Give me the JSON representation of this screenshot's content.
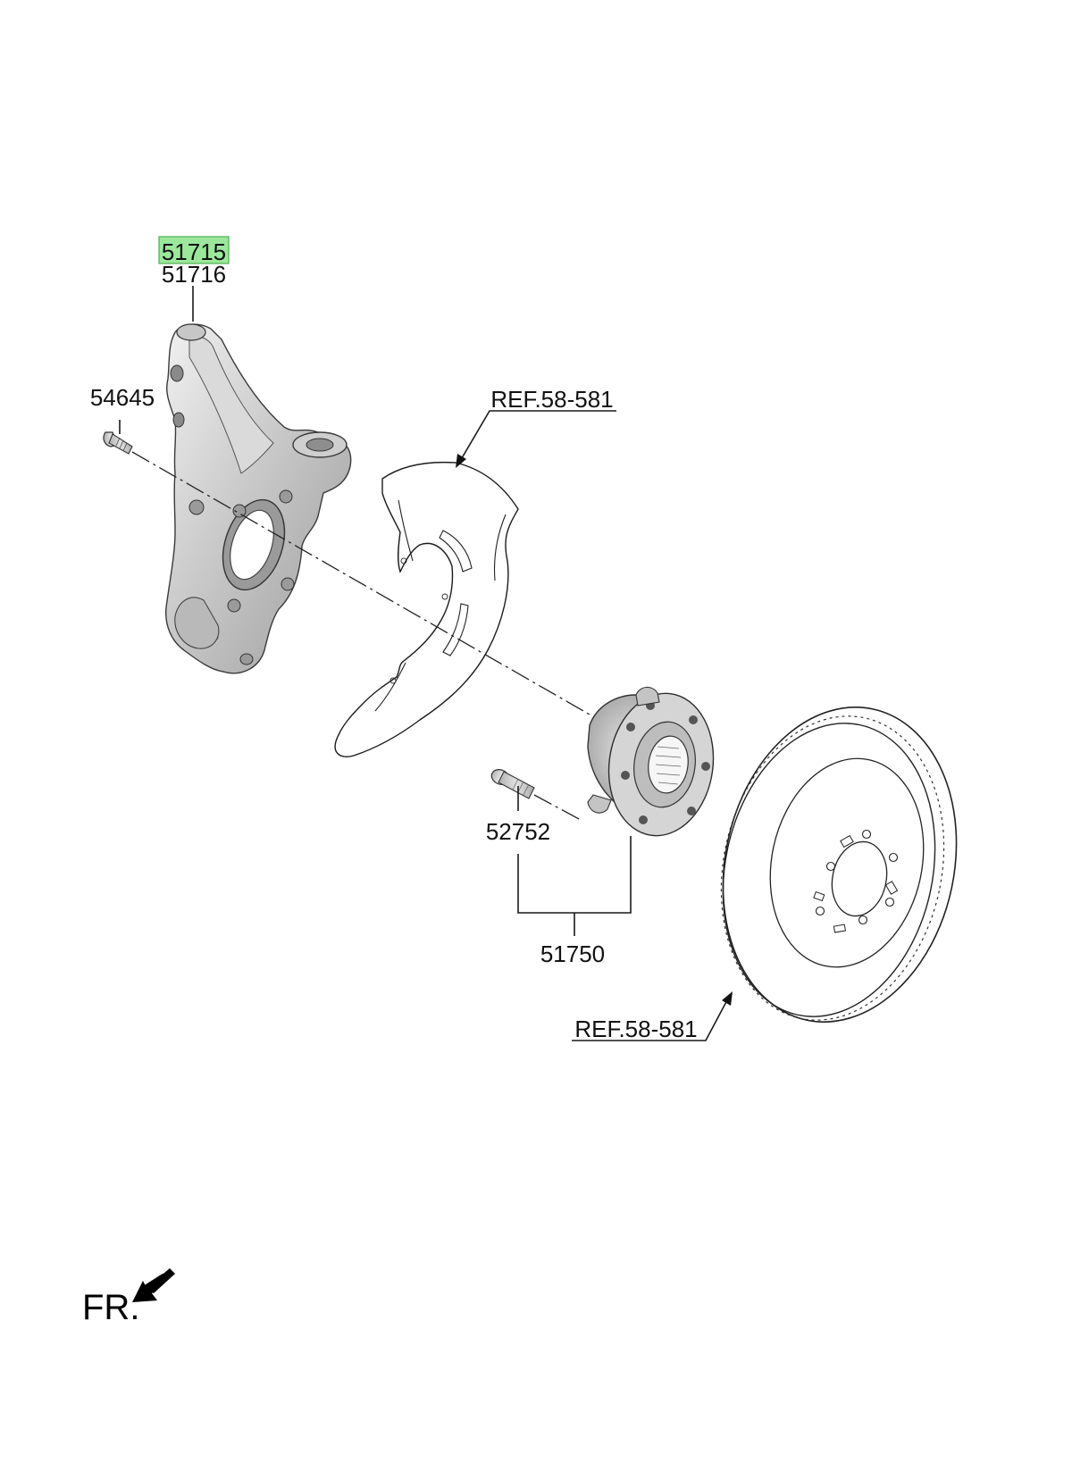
{
  "labels": {
    "knuckle_lh": "51715",
    "knuckle_rh": "51716",
    "bolt": "54645",
    "dust_cover_ref": "REF.58-581",
    "wheel_bolt": "52752",
    "hub_assembly": "51750",
    "disc_ref": "REF.58-581",
    "front_marker": "FR."
  },
  "highlight": {
    "part": "51715",
    "color": "#9be89b",
    "border": "#4caf50"
  },
  "icons": {
    "front_direction": "arrow-left-down-icon"
  }
}
